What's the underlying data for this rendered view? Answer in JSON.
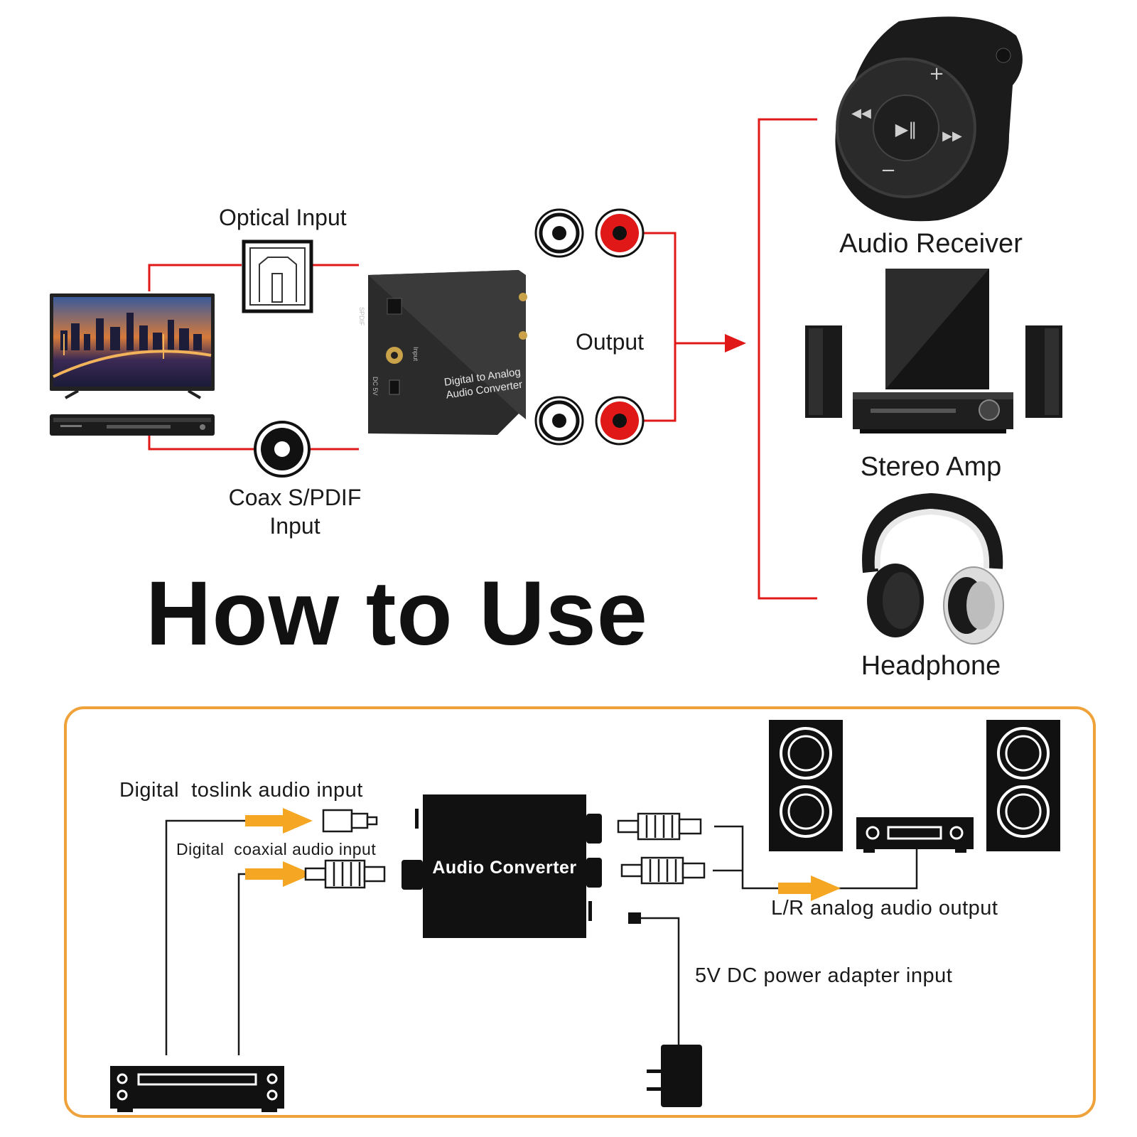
{
  "title": "How to Use",
  "top_diagram": {
    "optical_input_label": "Optical Input",
    "coax_input_label_line1": "Coax S/PDIF",
    "coax_input_label_line2": "Input",
    "output_label": "Output",
    "converter_text_line1": "Digital to Analog",
    "converter_text_line2": "Audio Converter",
    "converter_port_labels": [
      "SPDIF",
      "Input",
      "DC 5V"
    ],
    "receiver_label": "Audio Receiver",
    "amp_label": "Stereo Amp",
    "headphone_label": "Headphone"
  },
  "bottom_diagram": {
    "toslink_label": "Digital  toslink audio input",
    "coaxial_label": "Digital  coaxial audio input",
    "converter_label": "Audio Converter",
    "analog_output_label": "L/R analog audio output",
    "power_label": "5V DC power adapter input"
  },
  "colors": {
    "connection_line": "#e01818",
    "frame_border": "#f0a23a",
    "arrow_orange": "#f5a623",
    "device_black": "#1a1a1a"
  }
}
